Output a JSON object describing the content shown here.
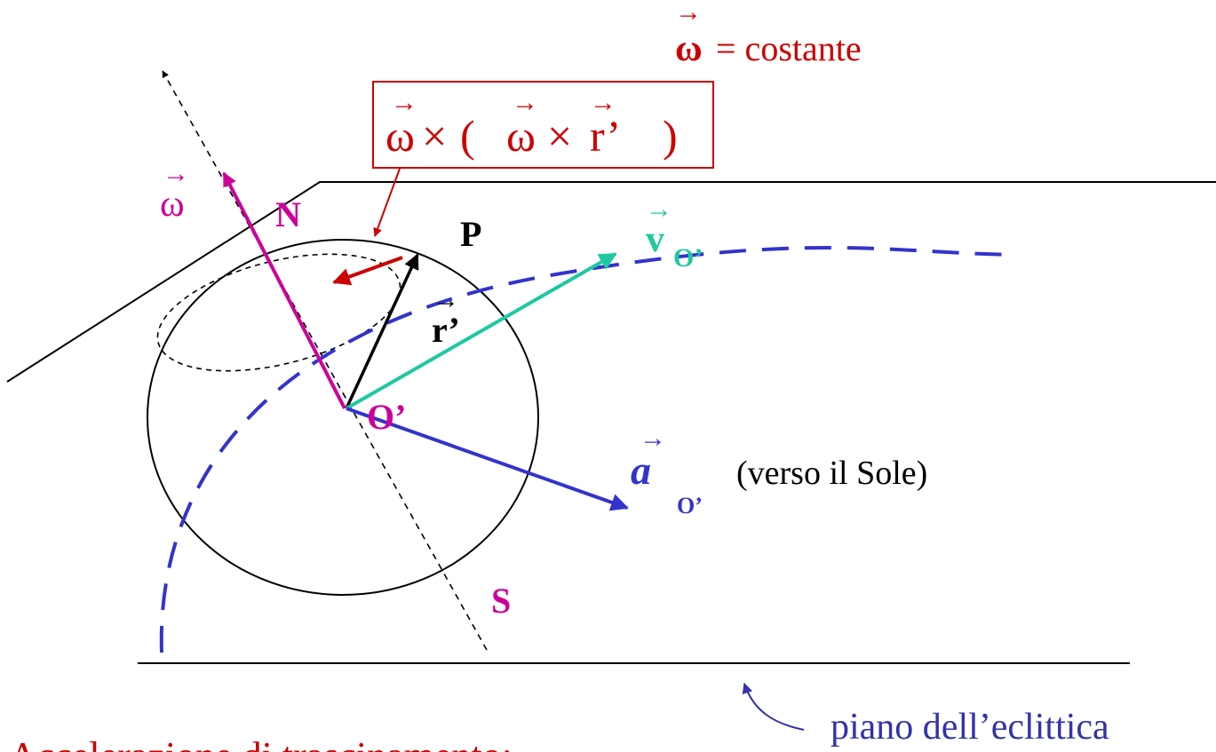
{
  "colors": {
    "omega": "#cc0000",
    "axis": "#cc0099",
    "velocity": "#1ec8a0",
    "acceleration": "#3333cc",
    "caption_blue": "#3333aa",
    "black": "#000000"
  },
  "labels": {
    "omega_constant": {
      "symbol": "ω",
      "arrow": "→",
      "text": "= costante"
    },
    "formula": {
      "omega1": "ω",
      "times1": "×",
      "open_paren": "(",
      "omega2": "ω",
      "times2": "×",
      "r": "r’",
      "close_paren": ")",
      "arrow": "→"
    },
    "omega_vector": {
      "symbol": "ω",
      "arrow": "→"
    },
    "north": "N",
    "south": "S",
    "point_p": "P",
    "r_prime": {
      "symbol": "r’",
      "arrow": "→"
    },
    "v_o": {
      "symbol": "v",
      "sub": "O’",
      "arrow": "→"
    },
    "origin": "O’",
    "a_o": {
      "symbol": "a",
      "sub": "O’",
      "arrow": "→"
    },
    "toward_sun": "(verso il Sole)",
    "ecliptic_plane": "piano dell’eclittica",
    "caption": "Accelerazione di trascinamento:"
  }
}
